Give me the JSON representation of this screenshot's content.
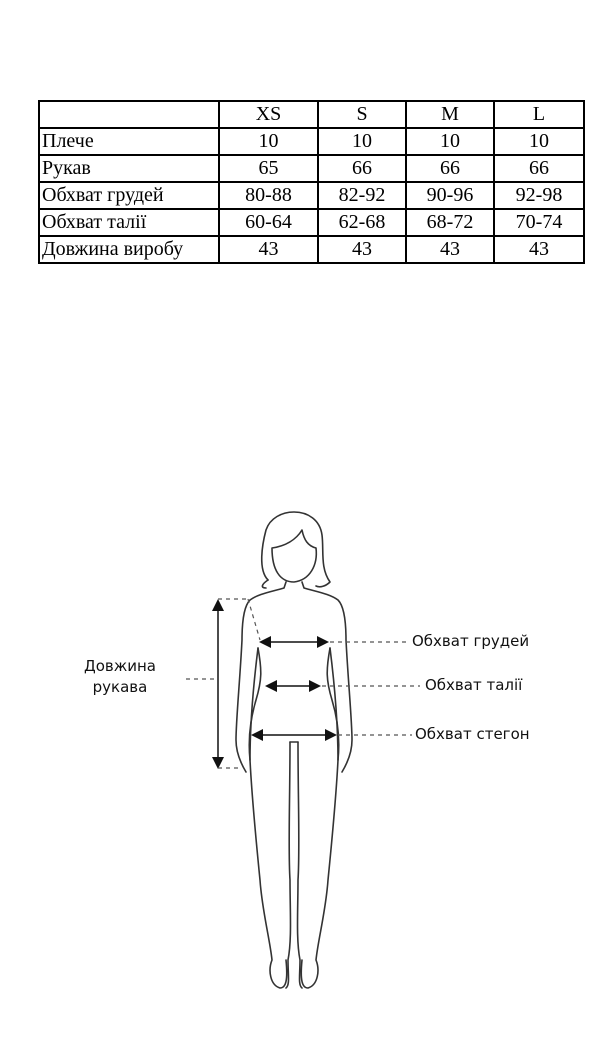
{
  "size_table": {
    "headers": [
      "",
      "XS",
      "S",
      "M",
      "L"
    ],
    "rows": [
      {
        "label": "Плече",
        "values": [
          "10",
          "10",
          "10",
          "10"
        ]
      },
      {
        "label": "Рукав",
        "values": [
          "65",
          "66",
          "66",
          "66"
        ]
      },
      {
        "label": "Обхват грудей",
        "values": [
          "80-88",
          "82-92",
          "90-96",
          "92-98"
        ]
      },
      {
        "label": "Обхват талії",
        "values": [
          "60-64",
          "62-68",
          "68-72",
          "70-74"
        ]
      },
      {
        "label": "Довжина виробу",
        "values": [
          "43",
          "43",
          "43",
          "43"
        ]
      }
    ]
  },
  "figure": {
    "sleeve_label_line1": "Довжина",
    "sleeve_label_line2": "рукава",
    "chest_label": "Обхват грудей",
    "waist_label": "Обхват талії",
    "hips_label": "Обхват стегон"
  }
}
